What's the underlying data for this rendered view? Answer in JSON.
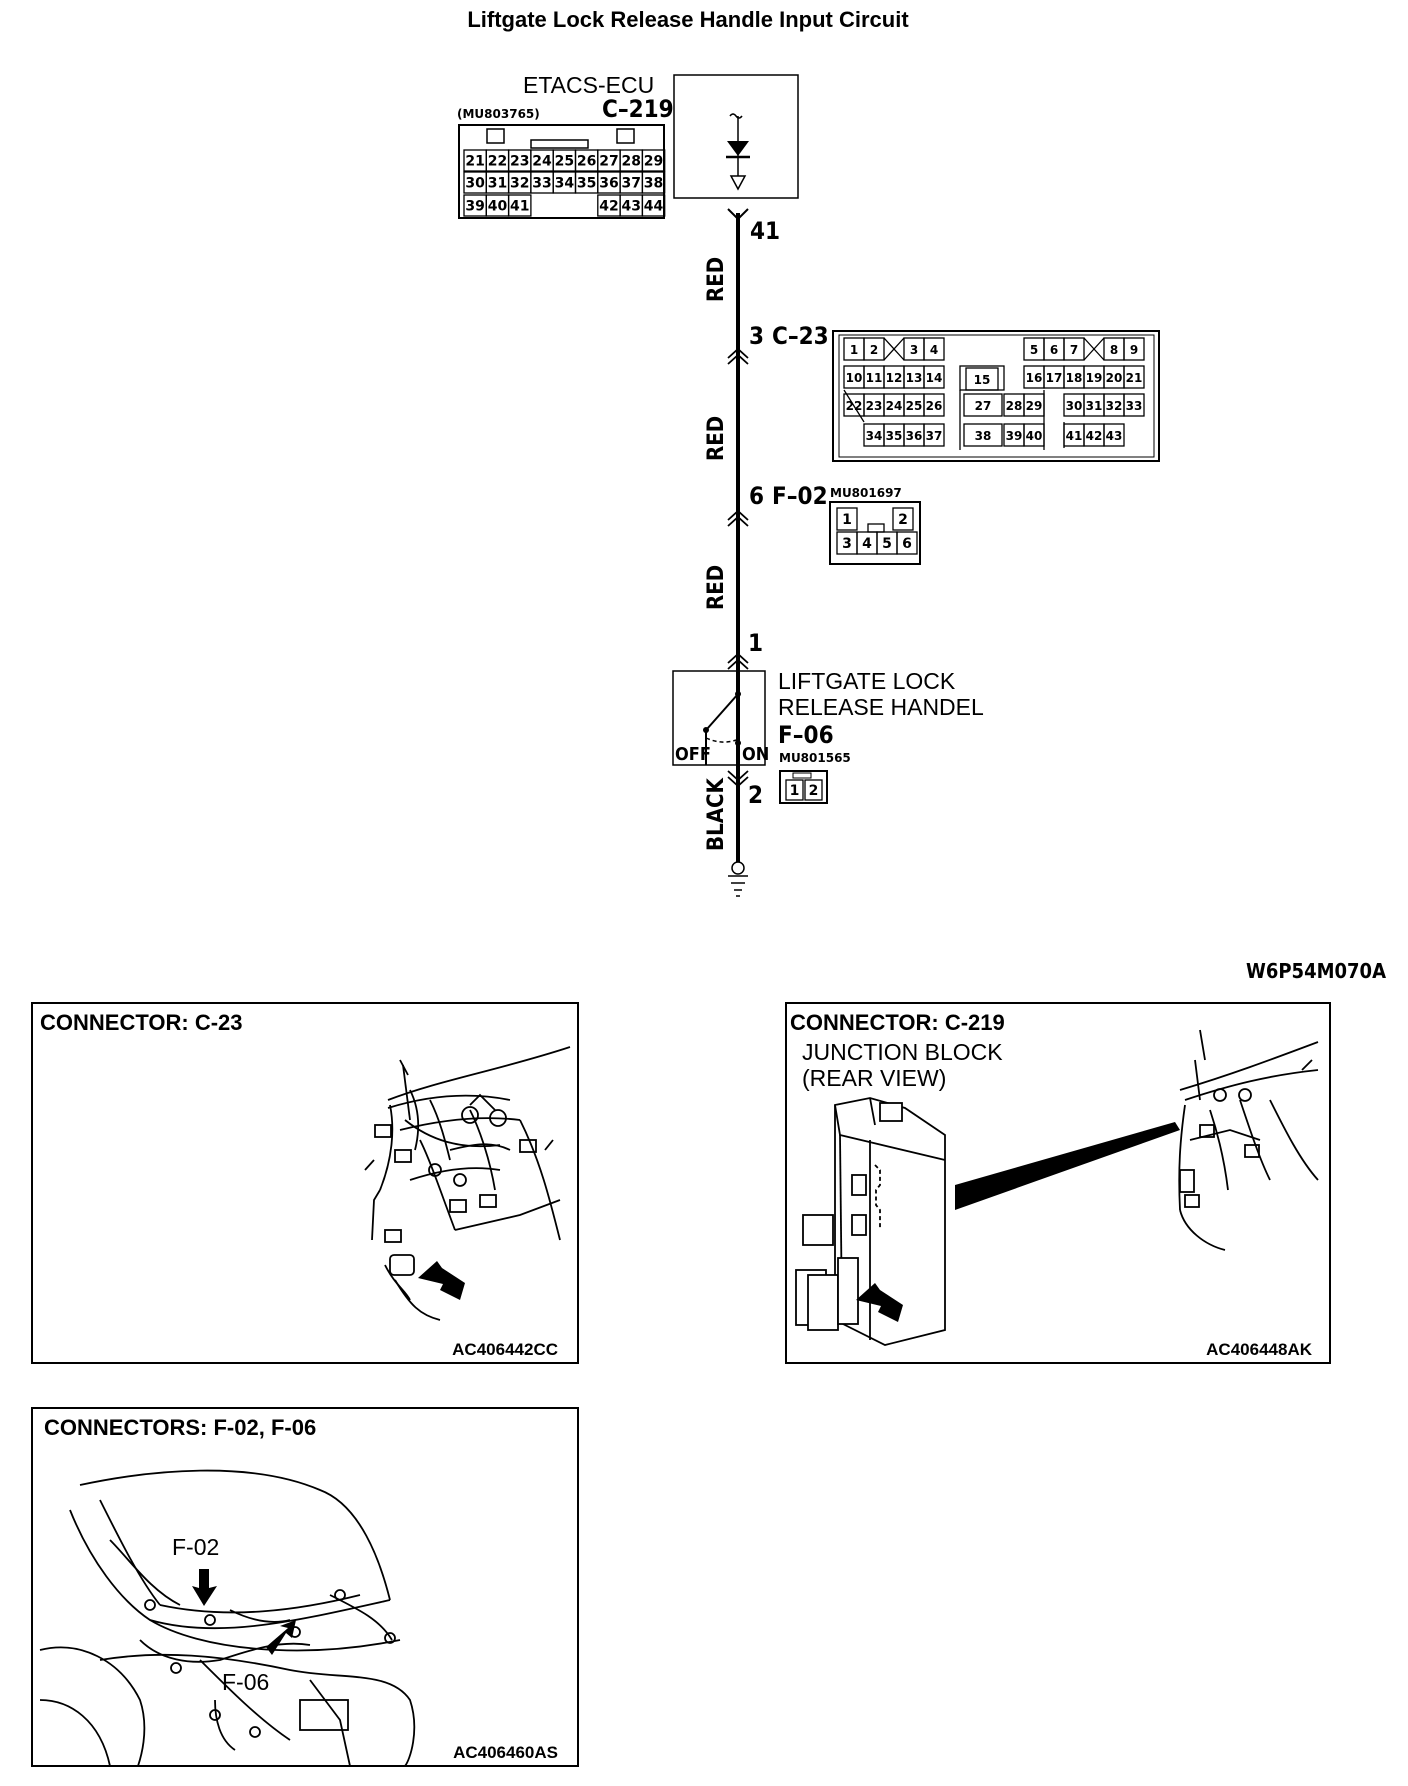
{
  "title": "Liftgate Lock Release Handle Input Circuit",
  "ecu": {
    "name": "ETACS-ECU",
    "part": "(MU803765)",
    "connector": "C–219",
    "pin": "41",
    "rows": [
      [
        "21",
        "22",
        "23",
        "24",
        "25",
        "26",
        "27",
        "28",
        "29"
      ],
      [
        "30",
        "31",
        "32",
        "33",
        "34",
        "35",
        "36",
        "37",
        "38"
      ],
      [
        "39",
        "40",
        "41",
        "42",
        "43",
        "44"
      ]
    ]
  },
  "wires": [
    {
      "color": "RED"
    },
    {
      "color": "RED"
    },
    {
      "color": "RED"
    },
    {
      "color": "BLACK"
    }
  ],
  "c23": {
    "pin": "3",
    "connector": "C–23",
    "pins": [
      "1",
      "2",
      "3",
      "4",
      "5",
      "6",
      "7",
      "8",
      "9",
      "10",
      "11",
      "12",
      "13",
      "14",
      "15",
      "16",
      "17",
      "18",
      "19",
      "20",
      "21",
      "22",
      "23",
      "24",
      "25",
      "26",
      "27",
      "28",
      "29",
      "30",
      "31",
      "32",
      "33",
      "34",
      "35",
      "36",
      "37",
      "38",
      "39",
      "40",
      "41",
      "42",
      "43"
    ]
  },
  "f02": {
    "pin": "6",
    "connector": "F–02",
    "part": "MU801697",
    "pins": [
      "1",
      "2",
      "3",
      "4",
      "5",
      "6"
    ]
  },
  "switch": {
    "pin_top": "1",
    "pin_bottom": "2",
    "name_line1": "LIFTGATE LOCK",
    "name_line2": "RELEASE HANDEL",
    "connector": "F–06",
    "part": "MU801565",
    "off": "OFF",
    "on": "ON",
    "pins": [
      "1",
      "2"
    ]
  },
  "figure_code": "W6P54M070A",
  "panels": {
    "c23": {
      "title": "CONNECTOR: C-23",
      "code": "AC406442CC"
    },
    "c219": {
      "title": "CONNECTOR: C-219",
      "sub1": "JUNCTION BLOCK",
      "sub2": "(REAR VIEW)",
      "code": "AC406448AK"
    },
    "f02f06": {
      "title": "CONNECTORS: F-02, F-06",
      "label_f02": "F-02",
      "label_f06": "F-06",
      "code": "AC406460AS"
    }
  }
}
